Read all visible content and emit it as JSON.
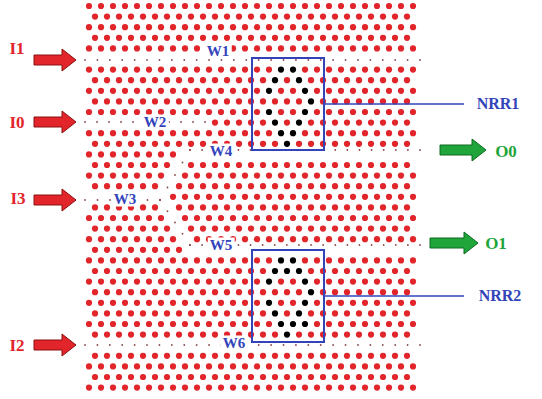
{
  "diagram": {
    "labels": [
      "I1",
      "W1",
      "NRR1",
      "I0",
      "W2",
      "W4",
      "O0",
      "I3",
      "W3",
      "W5",
      "O1",
      "NRR2",
      "I2",
      "W6"
    ]
  }
}
